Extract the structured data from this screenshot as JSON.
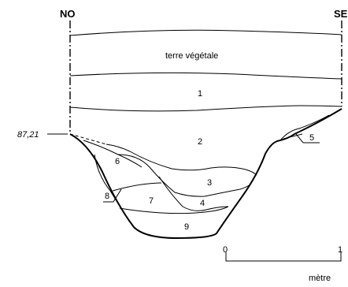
{
  "orientation": {
    "left": "NO",
    "right": "SE"
  },
  "elevation_label": "87,21",
  "layers": {
    "topsoil": "terre végétale",
    "l1": "1",
    "l2": "2",
    "l3": "3",
    "l4": "4",
    "l5": "5",
    "l6": "6",
    "l7": "7",
    "l8": "8",
    "l9": "9"
  },
  "scale": {
    "start": "0",
    "end": "1",
    "unit": "mètre"
  }
}
